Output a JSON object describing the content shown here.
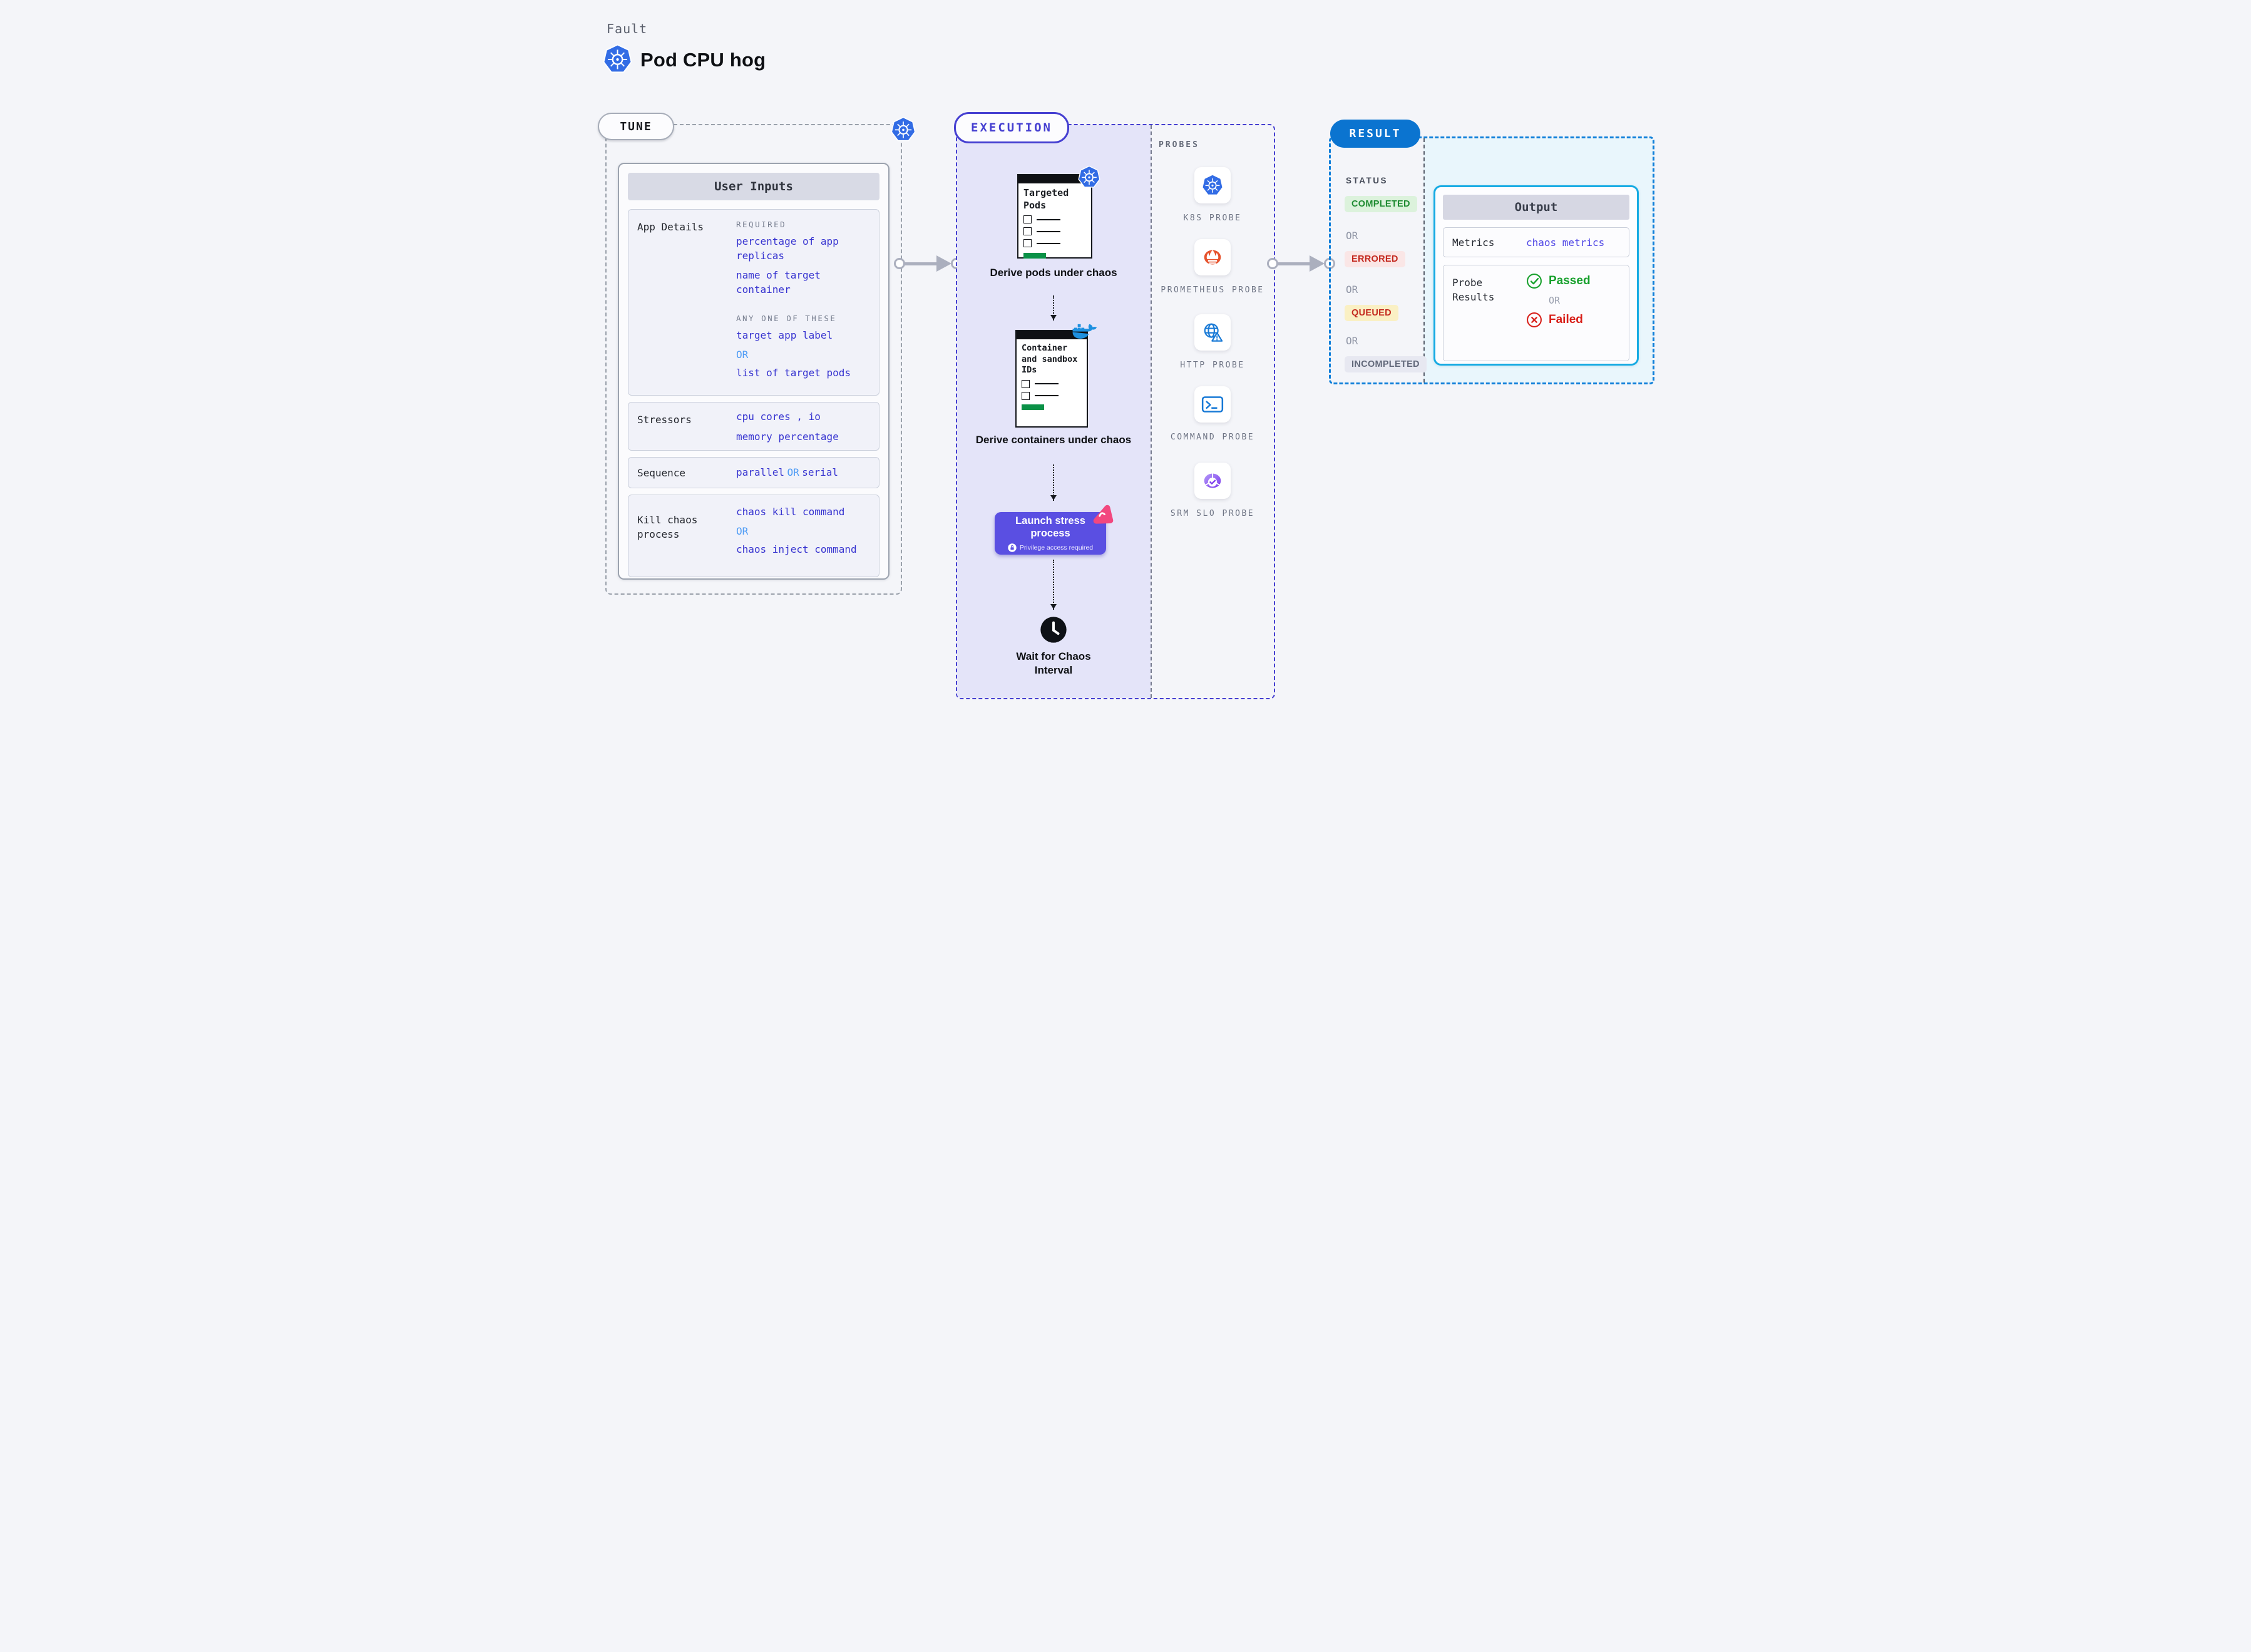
{
  "header": {
    "kicker": "Fault",
    "title": "Pod CPU hog",
    "logo_icon": "kubernetes-icon"
  },
  "tune": {
    "label": "TUNE",
    "corner_icon": "kubernetes-icon",
    "user_inputs": {
      "header": "User Inputs",
      "app_details": {
        "label": "App Details",
        "required_label": "REQUIRED",
        "required_items": [
          "percentage of app replicas",
          "name of target container"
        ],
        "any_one_label": "ANY ONE OF THESE",
        "option_a": "target app label",
        "or_label": "OR",
        "option_b": "list of target pods"
      },
      "stressors": {
        "label": "Stressors",
        "lines": [
          "cpu cores , io",
          "memory percentage"
        ]
      },
      "sequence": {
        "label": "Sequence",
        "value_a": "parallel",
        "or_label": "OR",
        "value_b": "serial"
      },
      "kill_chaos": {
        "label": "Kill chaos process",
        "option_a": "chaos kill command",
        "or_label": "OR",
        "option_b": "chaos inject command"
      }
    }
  },
  "execution": {
    "label": "EXECUTION",
    "steps": {
      "derive_pods": {
        "card_title": "Targeted Pods",
        "caption": "Derive pods under chaos",
        "badge_icon": "kubernetes-icon"
      },
      "derive_containers": {
        "card_title": "Container and sandbox IDs",
        "caption": "Derive containers under chaos",
        "badge_icon": "docker-icon"
      },
      "launch": {
        "label": "Launch stress process",
        "note": "Privilege access required",
        "note_icon": "lock-icon",
        "badge_icon": "chaos-pink-icon"
      },
      "wait": {
        "caption": "Wait for Chaos Interval",
        "icon": "clock-icon"
      }
    }
  },
  "probes": {
    "label": "PROBES",
    "items": [
      {
        "label": "K8S PROBE",
        "icon": "kubernetes-icon"
      },
      {
        "label": "PROMETHEUS PROBE",
        "icon": "prometheus-icon"
      },
      {
        "label": "HTTP PROBE",
        "icon": "globe-warning-icon"
      },
      {
        "label": "COMMAND PROBE",
        "icon": "terminal-icon"
      },
      {
        "label": "SRM SLO PROBE",
        "icon": "slo-donut-check-icon"
      }
    ]
  },
  "result": {
    "label": "RESULT",
    "status": {
      "label": "STATUS",
      "completed": "COMPLETED",
      "or1": "OR",
      "errored": "ERRORED",
      "or2": "OR",
      "queued": "QUEUED",
      "or3": "OR",
      "incompleted": "INCOMPLETED"
    },
    "output": {
      "header": "Output",
      "metrics_label": "Metrics",
      "metrics_value": "chaos metrics",
      "probe_results_label": "Probe Results",
      "passed": "Passed",
      "or_label": "OR",
      "failed": "Failed"
    }
  },
  "colors": {
    "page_bg": "#F4F5F9",
    "kubernetes_blue": "#326CE5",
    "execution_indigo": "#453FD1",
    "execution_bg": "#E4E4F9",
    "launch_button": "#5A4FE2",
    "value_blue": "#3633D0",
    "or_light_blue": "#4D9BF5",
    "result_blue": "#0B74D0",
    "result_bg": "#E9F6FC",
    "output_border": "#17ABE3",
    "completed_green": "#1C8A2F",
    "errored_red": "#C3261C",
    "queued_yellow_bg": "#FAF0C4",
    "passed_green": "#17A02C",
    "failed_red": "#D8201A",
    "prometheus_orange": "#E6522C",
    "docker_blue": "#1D90E0",
    "chaos_pink": "#F2477F",
    "progress_green": "#0A9147",
    "connector_gray": "#ABAFBE"
  }
}
